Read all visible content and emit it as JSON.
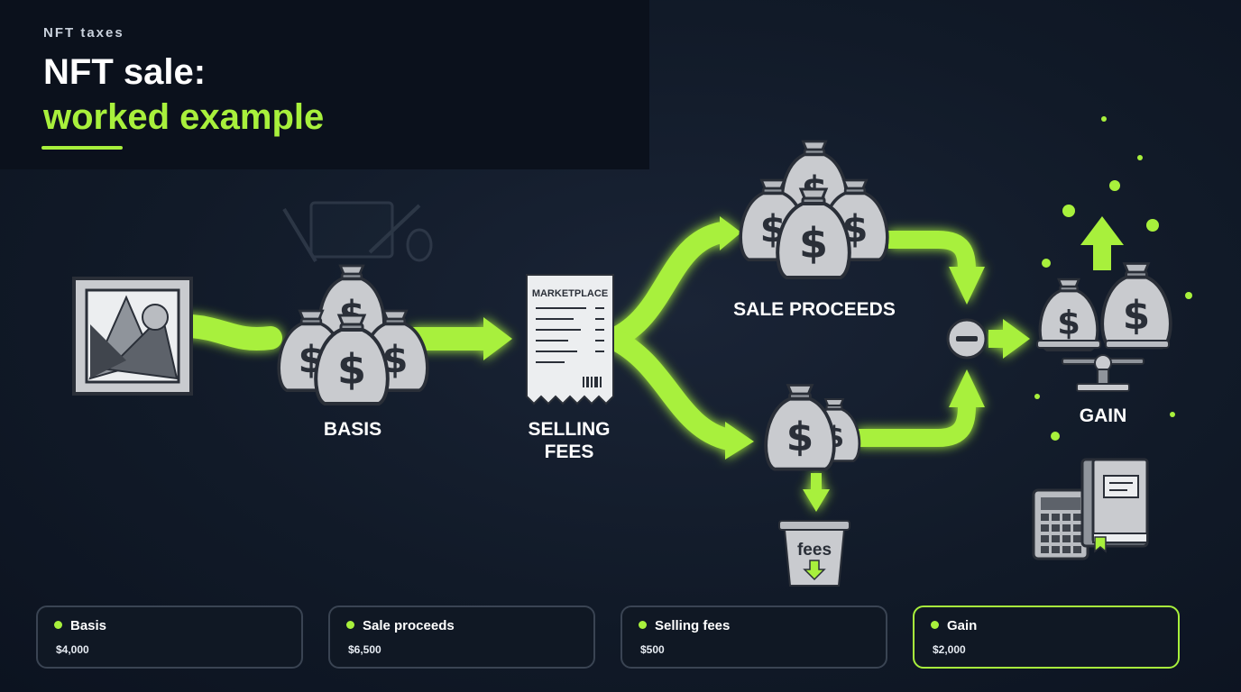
{
  "header": {
    "eyebrow": "NFT taxes",
    "title_line1": "NFT sale:",
    "title_line2": "worked example"
  },
  "diagram": {
    "nodes": {
      "basis": "BASIS",
      "selling_fees": "SELLING\nFEES",
      "receipt_header": "MARKETPLACE",
      "sale_proceeds": "SALE PROCEEDS",
      "fees_bin": "fees",
      "gain": "GAIN"
    }
  },
  "summary_cards": [
    {
      "label": "Basis",
      "value": "$4,000",
      "highlight": false
    },
    {
      "label": "Sale proceeds",
      "value": "$6,500",
      "highlight": false
    },
    {
      "label": "Selling fees",
      "value": "$500",
      "highlight": false
    },
    {
      "label": "Gain",
      "value": "$2,000",
      "highlight": true
    }
  ],
  "colors": {
    "accent": "#a8f03c",
    "background": "#111a28",
    "card_border": "#3a4453"
  }
}
